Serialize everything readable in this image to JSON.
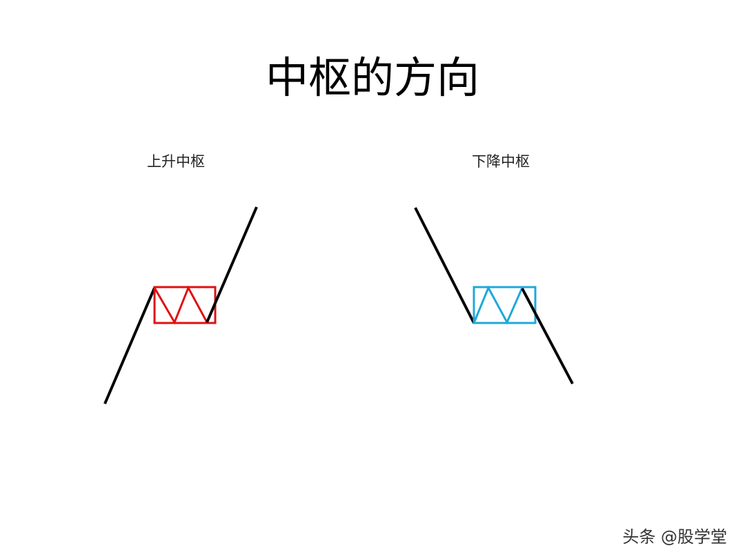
{
  "title": "中枢的方向",
  "diagrams": [
    {
      "label": "上升中枢",
      "direction": "up",
      "box_color": "#e01010"
    },
    {
      "label": "下降中枢",
      "direction": "down",
      "box_color": "#20a8d8"
    }
  ],
  "line_color": "#000000",
  "watermark": "头条 @股学堂"
}
